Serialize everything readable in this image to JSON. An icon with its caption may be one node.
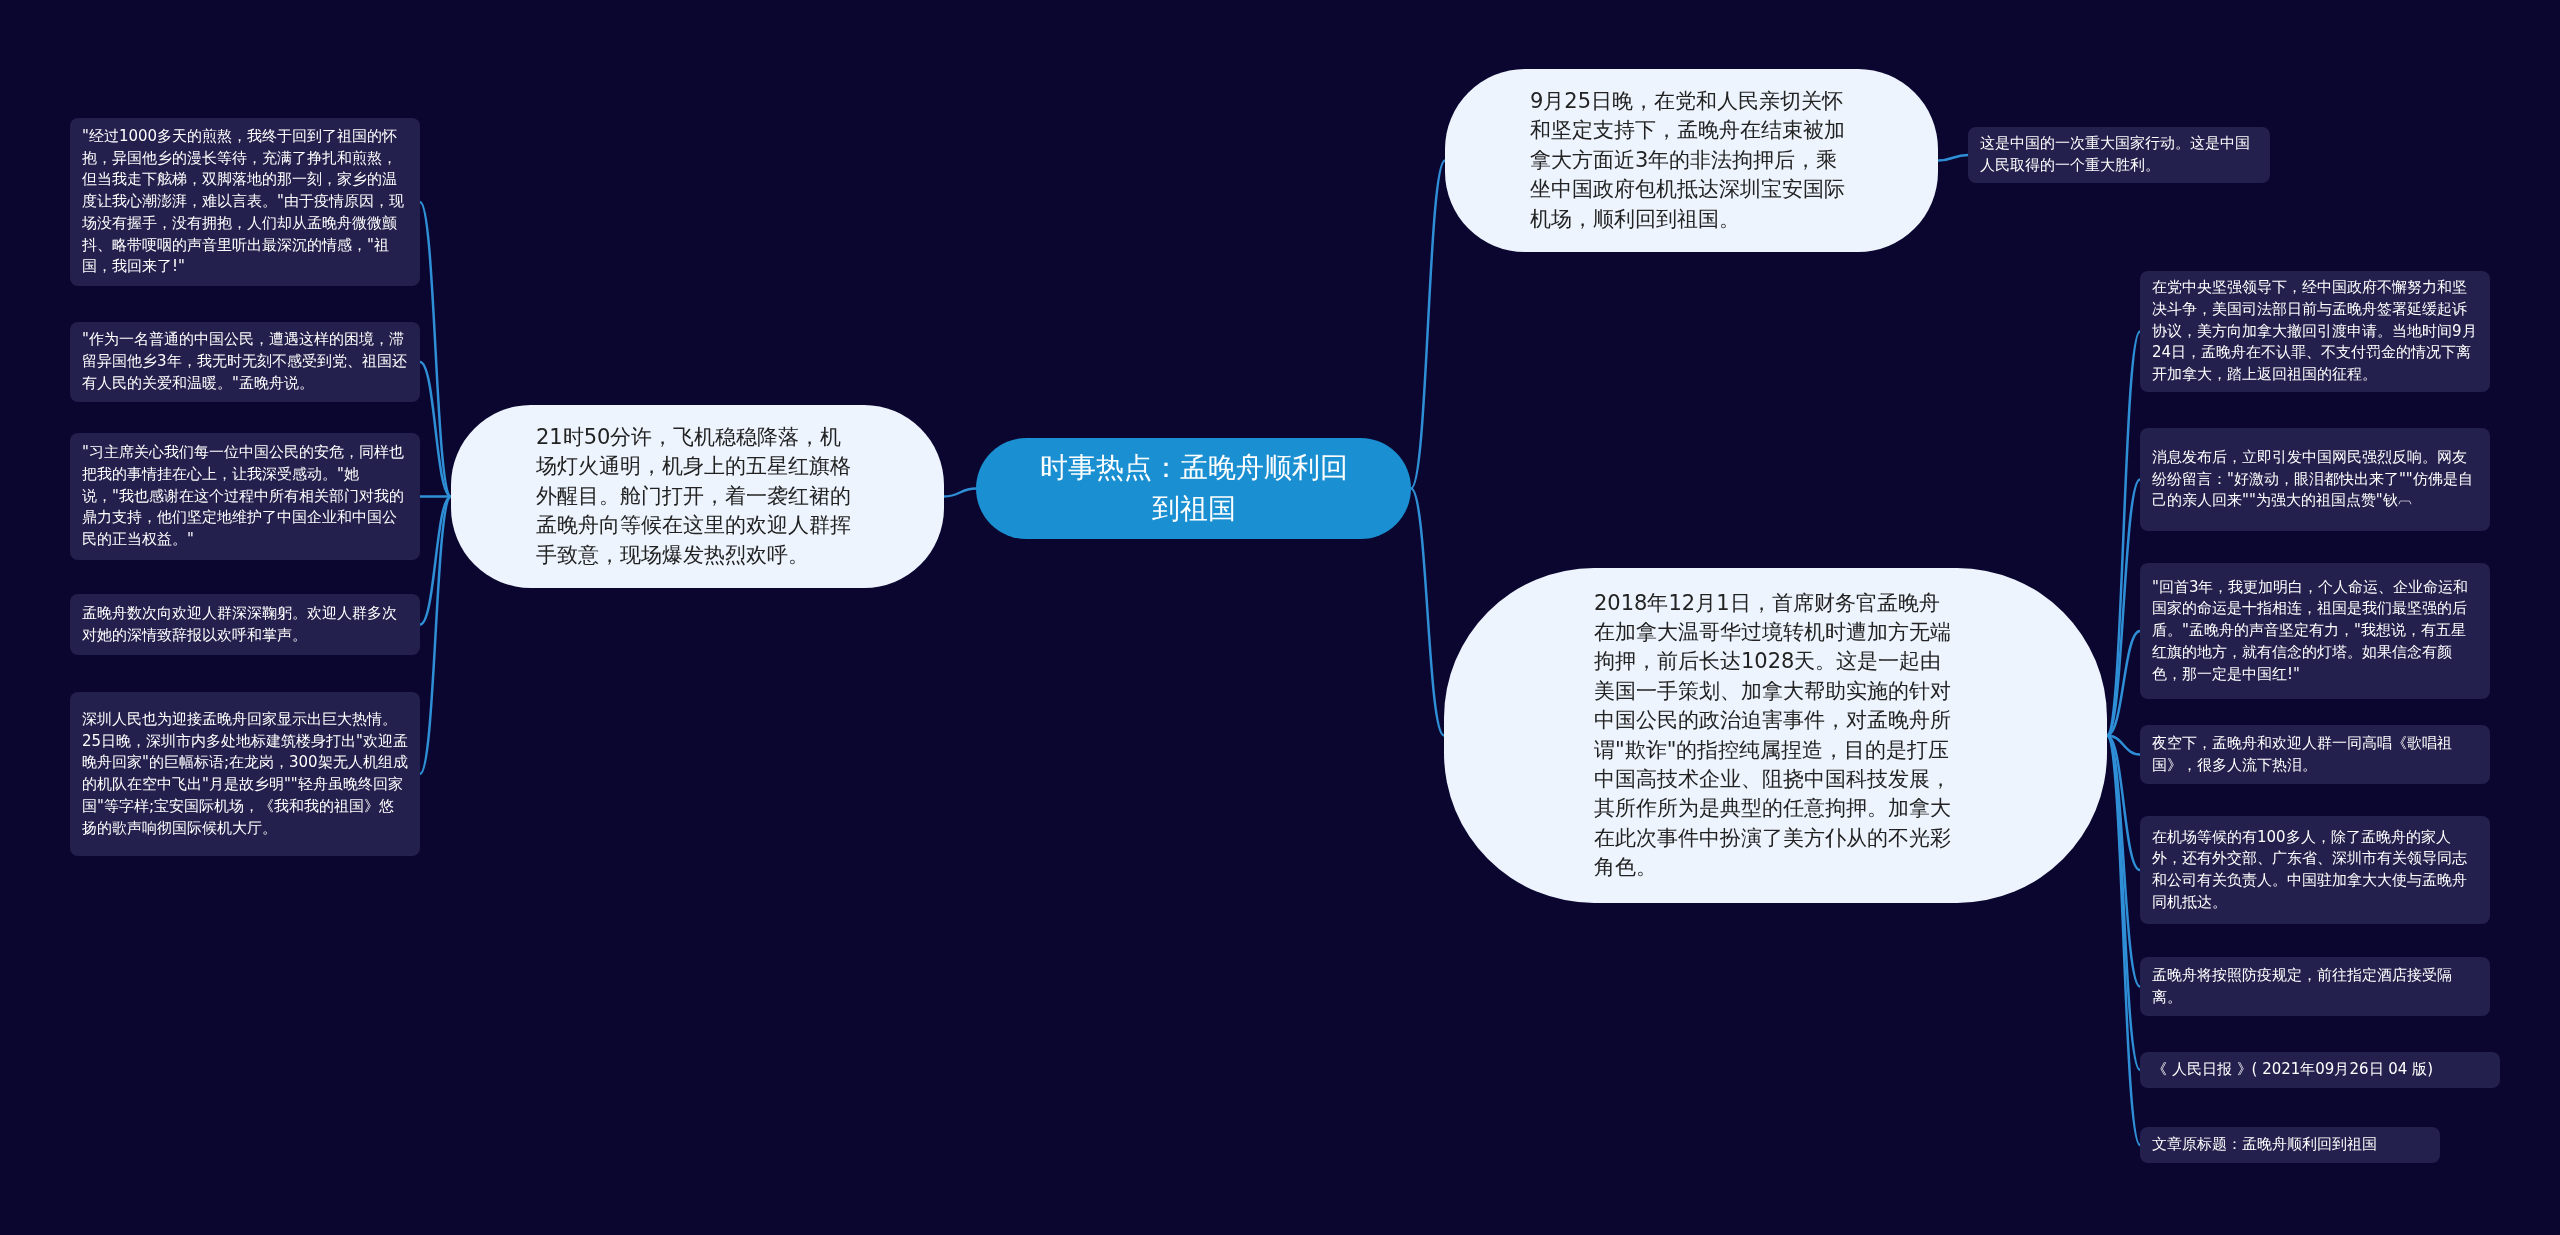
{
  "diagram": {
    "nodes": [
      {
        "text": [
          "时事热点：孟晚舟顺利回到祖国"
        ]
      },
      {
        "text": [
          "21时50分许，飞机稳稳降落，机场灯火通明，机身上的五星红旗格外醒目。舱门打开，着一袭红裙的孟晚舟向等候在这里的欢迎人群挥手致意，现场爆发热烈欢呼。"
        ]
      },
      {
        "text": [
          "9月25日晚，在党和人民亲切关怀和坚定支持下，孟晚舟在结束被加拿大方面近3年的非法拘押后，乘坐中国政府包机抵达深圳宝安国际机场，顺利回到祖国。"
        ]
      },
      {
        "text": [
          "2018年12月1日，首席财务官孟晚舟在加拿大温哥华过境转机时遭加方无端拘押，前后长达1028天。这是一起由美国一手策划、加拿大帮助实施的针对中国公民的政治迫害事件，对孟晚舟所谓\"欺诈\"的指控纯属捏造，目的是打压中国高技术企业、阻挠中国科技发展，其所作所为是典型的任意拘押。加拿大在此次事件中扮演了美方仆从的不光彩角色。"
        ]
      },
      {
        "text": [
          "这是中国的一次重大国家行动。这是中国人民取得的一个重大胜利。"
        ]
      },
      {
        "text": [
          "在党中央坚强领导下，经中国政府不懈努力和坚决斗争，美国司法部日前与孟晚舟签署延缓起诉协议，美方向加拿大撤回引渡申请。当地时间9月24日，孟晚舟在不认罪、不支付罚金的情况下离开加拿大，踏上返回祖国的征程。"
        ]
      },
      {
        "text": [
          "消息发布后，立即引发中国网民强烈反响。网友纷纷留言：\"好激动，眼泪都快出来了\"\"仿佛是自己的亲人回来\"\"为强大的祖国点赞\"钬︹"
        ]
      },
      {
        "text": [
          "\"回首3年，我更加明白，个人命运、企业命运和国家的命运是十指相连，祖国是我们最坚强的后盾。\"孟晚舟的声音坚定有力，\"我想说，有五星红旗的地方，就有信念的灯塔。如果信念有颜色，那一定是中国红!\""
        ]
      },
      {
        "text": [
          "夜空下，孟晚舟和欢迎人群一同高唱《歌唱祖国》，很多人流下热泪。"
        ]
      },
      {
        "text": [
          "在机场等候的有100多人，除了孟晚舟的家人外，还有外交部、广东省、深圳市有关领导同志和公司有关负责人。中国驻加拿大大使与孟晚舟同机抵达。"
        ]
      },
      {
        "text": [
          "孟晚舟将按照防疫规定，前往指定酒店接受隔离。"
        ]
      },
      {
        "text": [
          "《 人民日报 》( 2021年09月26日 04 版)"
        ]
      },
      {
        "text": [
          "文章原标题：孟晚舟顺利回到祖国"
        ]
      },
      {
        "text": [
          "\"经过1000多天的煎熬，我终于回到了祖国的怀抱，异国他乡的漫长等待，充满了挣扎和煎熬，但当我走下舷梯，双脚落地的那一刻，家乡的温度让我心潮澎湃，难以言表。\"由于疫情原因，现场没有握手，没有拥抱，人们却从孟晚舟微微颤抖、略带哽咽的声音里听出最深沉的情感，\"祖国，我回来了!\""
        ]
      },
      {
        "text": [
          "\"作为一名普通的中国公民，遭遇这样的困境，滞留异国他乡3年，我无时无刻不感受到党、祖国还有人民的关爱和温暖。\"孟晚舟说。"
        ]
      },
      {
        "text": [
          "\"习主席关心我们每一位中国公民的安危，同样也把我的事情挂在心上，让我深受感动。\"她说，\"我也感谢在这个过程中所有相关部门对我的鼎力支持，他们坚定地维护了中国企业和中国公民的正当权益。\""
        ]
      },
      {
        "text": [
          "孟晚舟数次向欢迎人群深深鞠躬。欢迎人群多次对她的深情致辞报以欢呼和掌声。"
        ]
      },
      {
        "text": [
          "深圳人民也为迎接孟晚舟回家显示出巨大热情。25日晚，深圳市内多处地标建筑楼身打出\"欢迎孟晚舟回家\"的巨幅标语;在龙岗，300架无人机组成的机队在空中飞出\"月是故乡明\"\"轻舟虽晚终回家国\"等字样;宝安国际机场，《我和我的祖国》悠扬的歌声响彻国际候机大厅。"
        ]
      }
    ],
    "edges": [
      {
        "from": 0,
        "to": 1,
        "arrow": "none"
      },
      {
        "from": 0,
        "to": 2,
        "arrow": "none"
      },
      {
        "from": 0,
        "to": 3,
        "arrow": "none"
      },
      {
        "from": 2,
        "to": 4,
        "arrow": "none"
      },
      {
        "from": 3,
        "to": 5,
        "arrow": "none"
      },
      {
        "from": 3,
        "to": 6,
        "arrow": "none"
      },
      {
        "from": 3,
        "to": 7,
        "arrow": "none"
      },
      {
        "from": 3,
        "to": 8,
        "arrow": "none"
      },
      {
        "from": 3,
        "to": 9,
        "arrow": "none"
      },
      {
        "from": 3,
        "to": 10,
        "arrow": "none"
      },
      {
        "from": 3,
        "to": 11,
        "arrow": "none"
      },
      {
        "from": 3,
        "to": 12,
        "arrow": "none"
      },
      {
        "from": 1,
        "to": 13,
        "arrow": "none"
      },
      {
        "from": 1,
        "to": 14,
        "arrow": "none"
      },
      {
        "from": 1,
        "to": 15,
        "arrow": "none"
      },
      {
        "from": 1,
        "to": 16,
        "arrow": "none"
      },
      {
        "from": 1,
        "to": 17,
        "arrow": "none"
      }
    ]
  }
}
